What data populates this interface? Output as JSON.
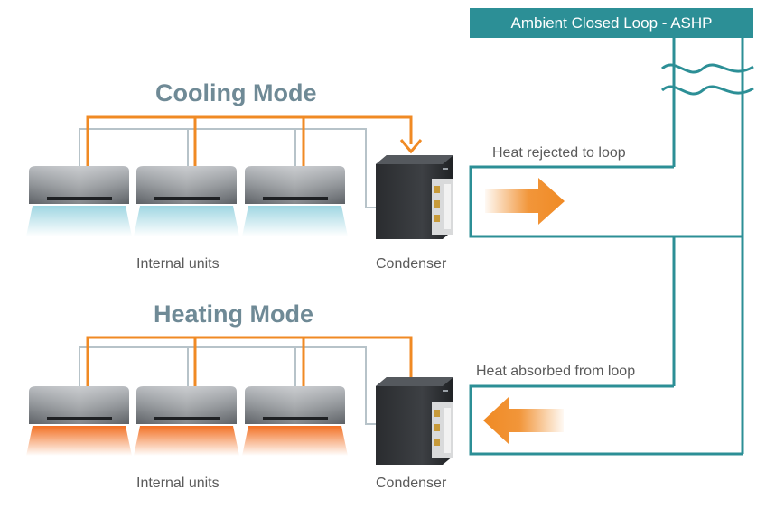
{
  "header": {
    "title": "Ambient Closed Loop - ASHP"
  },
  "cooling": {
    "title": "Cooling Mode",
    "internal_label": "Internal units",
    "condenser_label": "Condenser",
    "heat_text": "Heat rejected to loop"
  },
  "heating": {
    "title": "Heating Mode",
    "internal_label": "Internal units",
    "condenser_label": "Condenser",
    "heat_text": "Heat absorbed from loop"
  },
  "colors": {
    "pipe_orange": "#f08a24",
    "pipe_grey": "#b7c3c9",
    "loop_teal": "#2c8f96",
    "cool_air": "#bfe4ec",
    "warm_air": "#f58a3a",
    "title_grey": "#6f8a96"
  },
  "icons": [
    "wave-icon",
    "arrow-right-icon",
    "arrow-left-icon"
  ]
}
